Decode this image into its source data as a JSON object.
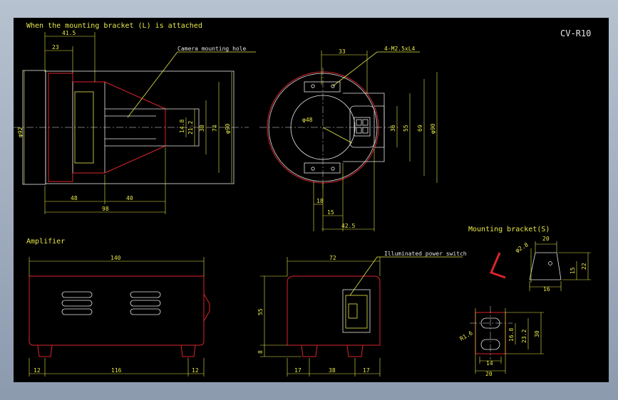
{
  "labels": {
    "view_title": "When the mounting bracket (L) is attached",
    "model": "CV-R10",
    "amplifier": "Amplifier",
    "mounting_bracket_s": "Mounting bracket(S)",
    "camera_hole": "Camera mounting hole",
    "screws": "4-M2.5xL4",
    "switch": "Illuminated power switch"
  },
  "dims": {
    "d41_5": "41.5",
    "d23": "23",
    "phi92": "φ92",
    "d48": "48",
    "d40": "40",
    "d98": "98",
    "d14_8": "14.8",
    "d21_2": "21.2",
    "d30": "30",
    "d74": "74",
    "phi90a": "φ90",
    "d33": "33",
    "phi48": "φ48",
    "d36": "36",
    "d55a": "55",
    "d69": "69",
    "phi90b": "φ90",
    "d18": "18",
    "d15a": "15",
    "d42_5": "42.5",
    "d140": "140",
    "d12a": "12",
    "d116": "116",
    "d12b": "12",
    "d72": "72",
    "d55b": "55",
    "d8": "8",
    "d17a": "17",
    "d38": "38",
    "d17b": "17",
    "d20a": "20",
    "phi2_8": "φ2.8",
    "d16": "16",
    "d15b": "15",
    "d22": "22",
    "r1_6": "R1.6",
    "d16_8": "16.8",
    "d23_2": "23.2",
    "d30b": "30",
    "d14": "14",
    "d20b": "20"
  }
}
